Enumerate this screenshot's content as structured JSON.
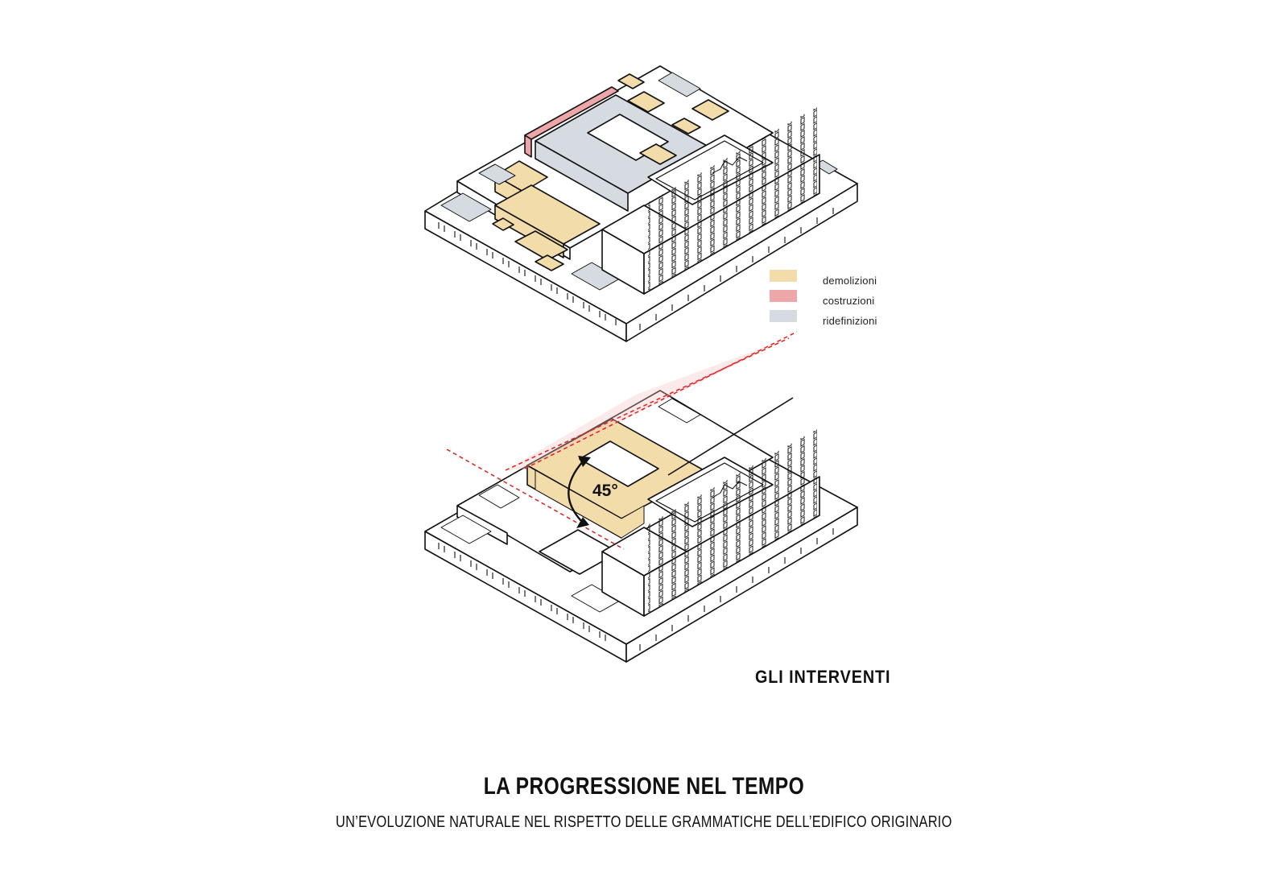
{
  "legend": {
    "items": [
      {
        "label": "demolizioni",
        "color": "#f2dcaa"
      },
      {
        "label": "costruzioni",
        "color": "#eda7a8"
      },
      {
        "label": "ridefinizioni",
        "color": "#d5dbe1"
      }
    ]
  },
  "angle": "45°",
  "section_title": "GLI INTERVENTI",
  "title": "LA PROGRESSIONE NEL TEMPO",
  "subtitle": "UN’EVOLUZIONE NATURALE NEL RISPETTO DELLE GRAMMATICHE DELL’EDIFICO ORIGINARIO",
  "colors": {
    "line": "#111111",
    "building": "#ffffff",
    "sight_line": "#e02020"
  }
}
